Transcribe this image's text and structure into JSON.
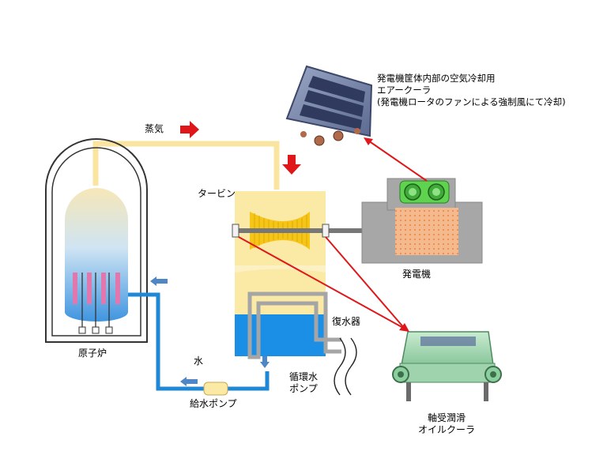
{
  "labels": {
    "steam": "蒸気",
    "turbine": "タービン",
    "generator": "発電機",
    "reactor": "原子炉",
    "water": "水",
    "condenser": "復水器",
    "circulating_pump_line1": "循環水",
    "circulating_pump_line2": "ポンプ",
    "feed_pump": "給水ポンプ",
    "air_cooler_line1": "発電機筐体内部の空気冷却用",
    "air_cooler_line2": "エアークーラ",
    "air_cooler_line3": "(発電機ロータのファンによる強制風にて冷却)",
    "oil_cooler_line1": "軸受潤滑",
    "oil_cooler_line2": "オイルクーラ"
  },
  "colors": {
    "steam_pipe": "#f9e4a0",
    "water_pipe": "#1e88d6",
    "flow_arrow": "#e0171a",
    "water_arrow": "#4f86c6",
    "turbine_body": "#fbe9a6",
    "turbine_blades": "#f5c618",
    "generator_case": "#a7a7a7",
    "generator_core": "#f4b98c",
    "condenser_water": "#1b8fe6",
    "cooling_pipe": "#a5a5a5",
    "air_cooler": "#6f7ea8",
    "oil_cooler": "#a9d9b6"
  }
}
